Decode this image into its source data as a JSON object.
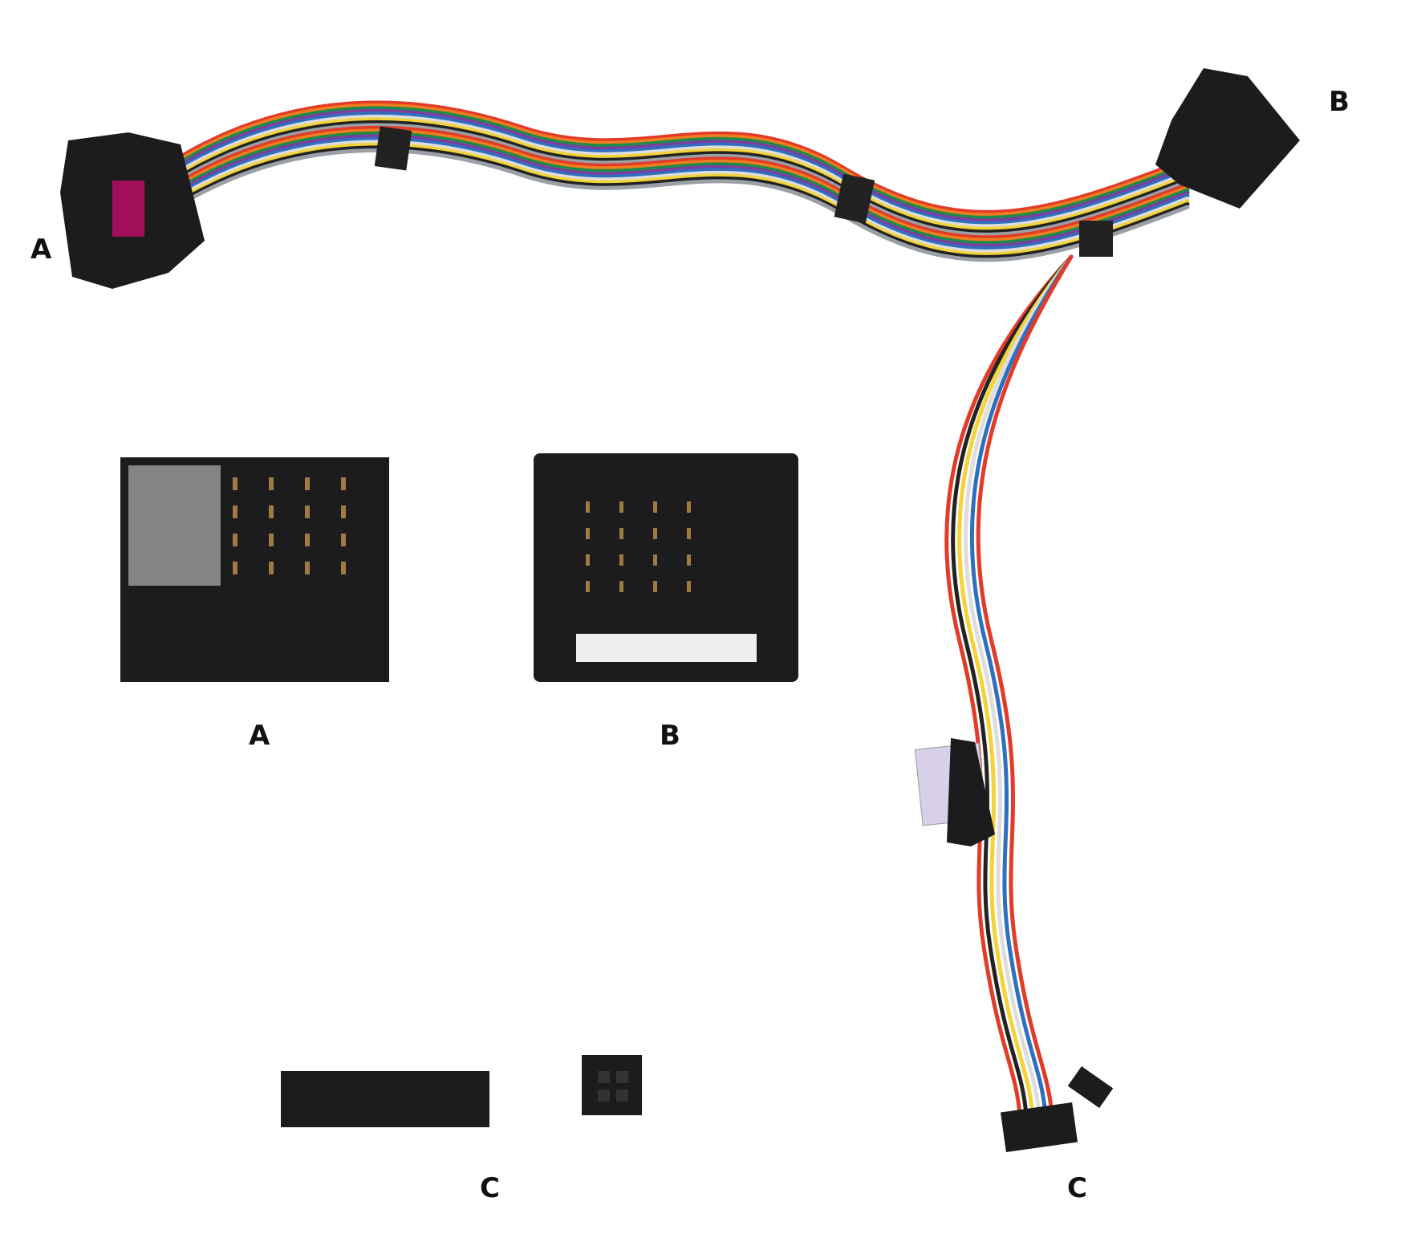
{
  "labels": {
    "main_connector_a": "A",
    "main_connector_b": "B",
    "main_connector_c": "C",
    "detail_a": "A",
    "detail_b": "B",
    "detail_c": "C"
  },
  "wire_colors": [
    "#e23b2a",
    "#f07d1e",
    "#1e8a4a",
    "#7a3fa0",
    "#2f6fc0",
    "#ffffff",
    "#f2d33a",
    "#222222",
    "#9aa0a6"
  ]
}
